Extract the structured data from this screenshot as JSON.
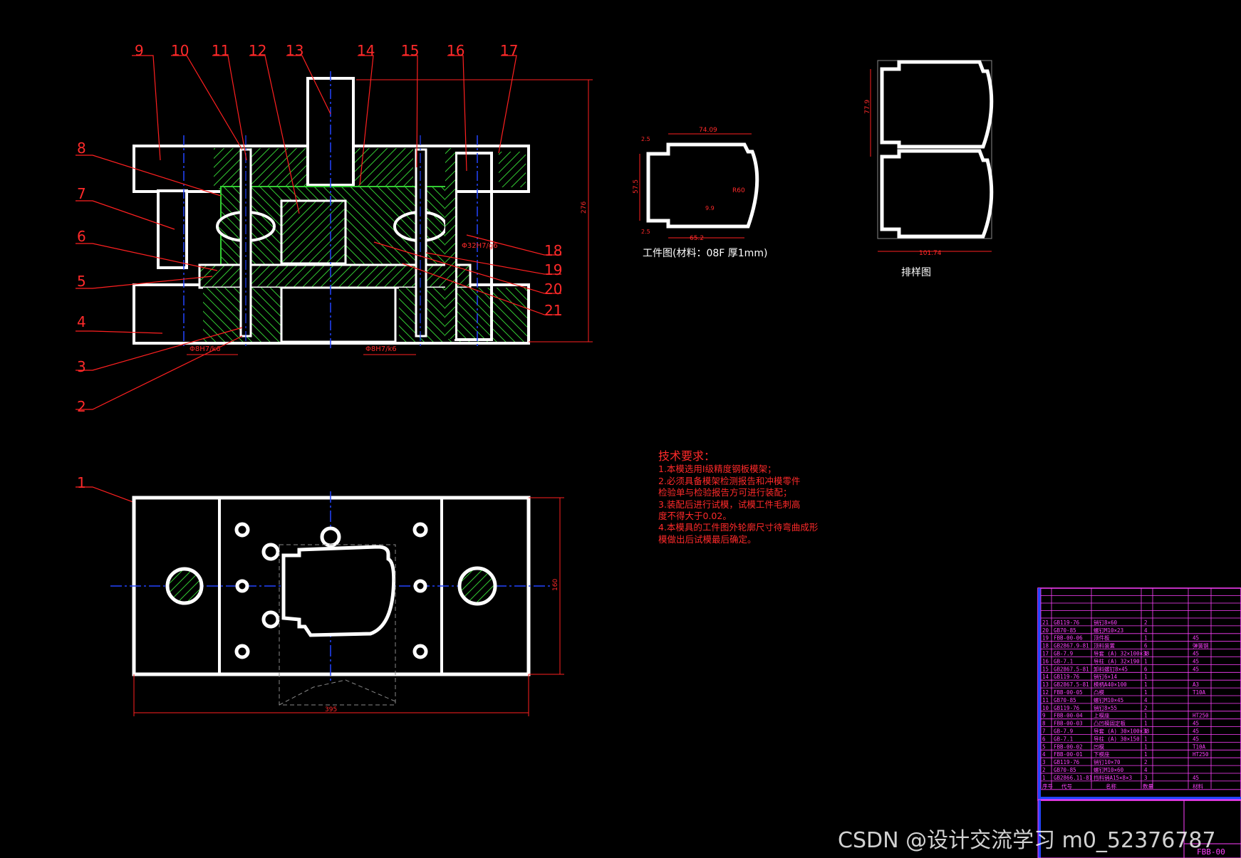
{
  "callouts_top": [
    "9",
    "10",
    "11",
    "12",
    "13",
    "14",
    "15",
    "16",
    "17"
  ],
  "callouts_left": [
    "8",
    "7",
    "6",
    "5",
    "4",
    "3",
    "2"
  ],
  "callouts_right": [
    "18",
    "19",
    "20",
    "21"
  ],
  "callout_plan": "1",
  "fit_labels": [
    "Φ8H7/k6",
    "Φ8H7/k6",
    "Φ32H7/g6"
  ],
  "dims": {
    "height": "276",
    "plan_height": "160",
    "plan_width": "395",
    "wp_width": "74.09",
    "wp_height": "57.5",
    "wp_bottom": "65.2",
    "wp_r": "R60",
    "wp_small": "9.9",
    "wp_a": "2.5",
    "wp_b": "2.5",
    "strip_pitch": "77.9",
    "strip_width": "101.74"
  },
  "workpiece_caption": "工件图(材料：08F    厚1mm)",
  "strip_caption": "排样图",
  "tech": {
    "title": "技术要求：",
    "lines": [
      "1.本模选用Ⅰ级精度钢板模架；",
      "2.必须具备模架检测报告和冲模零件",
      "检验单与检验报告方可进行装配；",
      "3.装配后进行试模，试模工件毛刺高",
      "度不得大于0.02。",
      "4.本模具的工件图外轮廓尺寸待弯曲成形",
      "模做出后试模最后确定。"
    ]
  },
  "bom": [
    {
      "no": "21",
      "code": "GB119-76",
      "name": "销钉8×60",
      "qty": "2",
      "mat": ""
    },
    {
      "no": "20",
      "code": "GB70-85",
      "name": "螺钉M10×23",
      "qty": "4",
      "mat": ""
    },
    {
      "no": "19",
      "code": "FBB-00-06",
      "name": "顶件板",
      "qty": "1",
      "mat": "45"
    },
    {
      "no": "18",
      "code": "GB2867.9-81",
      "name": "顶料装置",
      "qty": "6",
      "mat": "弹簧钢"
    },
    {
      "no": "17",
      "code": "GB-7.9",
      "name": "导套 (A) 32×100×38",
      "qty": "1",
      "mat": "45"
    },
    {
      "no": "16",
      "code": "GB-7.1",
      "name": "导柱 (A) 32×190",
      "qty": "1",
      "mat": "45"
    },
    {
      "no": "15",
      "code": "GB2867.5-81",
      "name": "卸料螺钉8×45",
      "qty": "6",
      "mat": "45"
    },
    {
      "no": "14",
      "code": "GB119-76",
      "name": "销钉6×14",
      "qty": "1",
      "mat": ""
    },
    {
      "no": "13",
      "code": "GB2867.5-81",
      "name": "模柄A40×100",
      "qty": "1",
      "mat": "A3"
    },
    {
      "no": "12",
      "code": "FBB-00-05",
      "name": "凸模",
      "qty": "1",
      "mat": "T10A"
    },
    {
      "no": "11",
      "code": "GB70-85",
      "name": "螺钉M10×45",
      "qty": "4",
      "mat": ""
    },
    {
      "no": "10",
      "code": "GB119-76",
      "name": "销钉8×55",
      "qty": "2",
      "mat": ""
    },
    {
      "no": "9",
      "code": "FBB-00-04",
      "name": "上模座",
      "qty": "1",
      "mat": "HT250"
    },
    {
      "no": "8",
      "code": "FBB-00-03",
      "name": "凸凹模固定板",
      "qty": "1",
      "mat": "45"
    },
    {
      "no": "7",
      "code": "GB-7.9",
      "name": "导套 (A) 30×100×38",
      "qty": "1",
      "mat": "45"
    },
    {
      "no": "6",
      "code": "GB-7.1",
      "name": "导柱 (A) 30×150",
      "qty": "1",
      "mat": "45"
    },
    {
      "no": "5",
      "code": "FBB-00-02",
      "name": "凹模",
      "qty": "1",
      "mat": "T10A"
    },
    {
      "no": "4",
      "code": "FBB-00-01",
      "name": "下模座",
      "qty": "1",
      "mat": "HT250"
    },
    {
      "no": "3",
      "code": "GB119-76",
      "name": "销钉10×70",
      "qty": "2",
      "mat": ""
    },
    {
      "no": "2",
      "code": "GB70-85",
      "name": "螺钉M10×60",
      "qty": "4",
      "mat": ""
    },
    {
      "no": "1",
      "code": "GB2866.11-81",
      "name": "挡料销A15×8×3",
      "qty": "3",
      "mat": "45"
    }
  ],
  "bom_header": [
    "序号",
    "代号",
    "名称",
    "数量",
    "材料"
  ],
  "drawing_no": "FBB-00",
  "watermark": "CSDN @设计交流学习 m0_52376787",
  "colors": {
    "background": "#000000",
    "outline": "#ffffff",
    "hatch": "#33cc33",
    "callout": "#ff2020",
    "centerline": "#2244ff",
    "table": "#ff40ff"
  }
}
